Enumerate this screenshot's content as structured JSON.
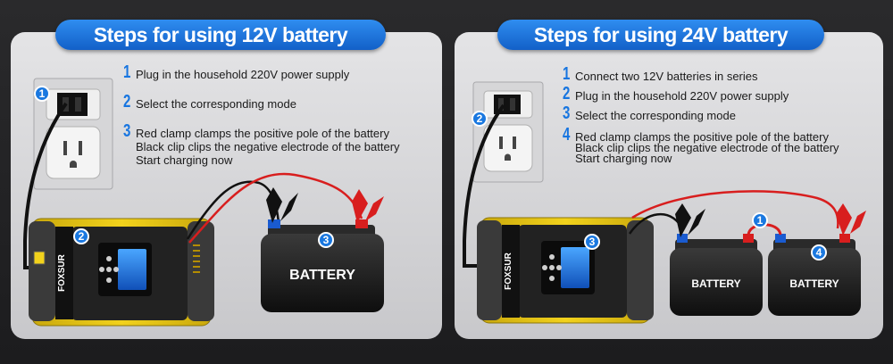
{
  "left": {
    "title": "Steps for using 12V battery",
    "steps": [
      {
        "num": "1",
        "lines": [
          "Plug in the household 220V power supply"
        ]
      },
      {
        "num": "2",
        "lines": [
          "Select the corresponding mode"
        ]
      },
      {
        "num": "3",
        "lines": [
          "Red clamp clamps the positive pole of the battery",
          "Black clip clips the negative electrode of the battery",
          "Start charging now"
        ]
      }
    ],
    "badges": [
      "1",
      "2",
      "3"
    ],
    "battery_label": "BATTERY",
    "brand": "FOXSUR"
  },
  "right": {
    "title": "Steps for using 24V battery",
    "steps": [
      {
        "num": "1",
        "lines": [
          "Connect two 12V batteries in series"
        ]
      },
      {
        "num": "2",
        "lines": [
          "Plug in the household 220V power supply"
        ]
      },
      {
        "num": "3",
        "lines": [
          "Select the corresponding mode"
        ]
      },
      {
        "num": "4",
        "lines": [
          "Red clamp clamps the positive pole of the battery",
          "Black clip clips the negative electrode of the battery",
          "Start charging now"
        ]
      }
    ],
    "badges": [
      "1",
      "2",
      "3",
      "4"
    ],
    "battery_label_1": "BATTERY",
    "battery_label_2": "BATTERY",
    "brand": "FOXSUR"
  },
  "colors": {
    "accent_blue": "#1a78e0",
    "charger_yellow": "#f2d21c",
    "clamp_red": "#d81e1e",
    "cable_black": "#111111"
  }
}
